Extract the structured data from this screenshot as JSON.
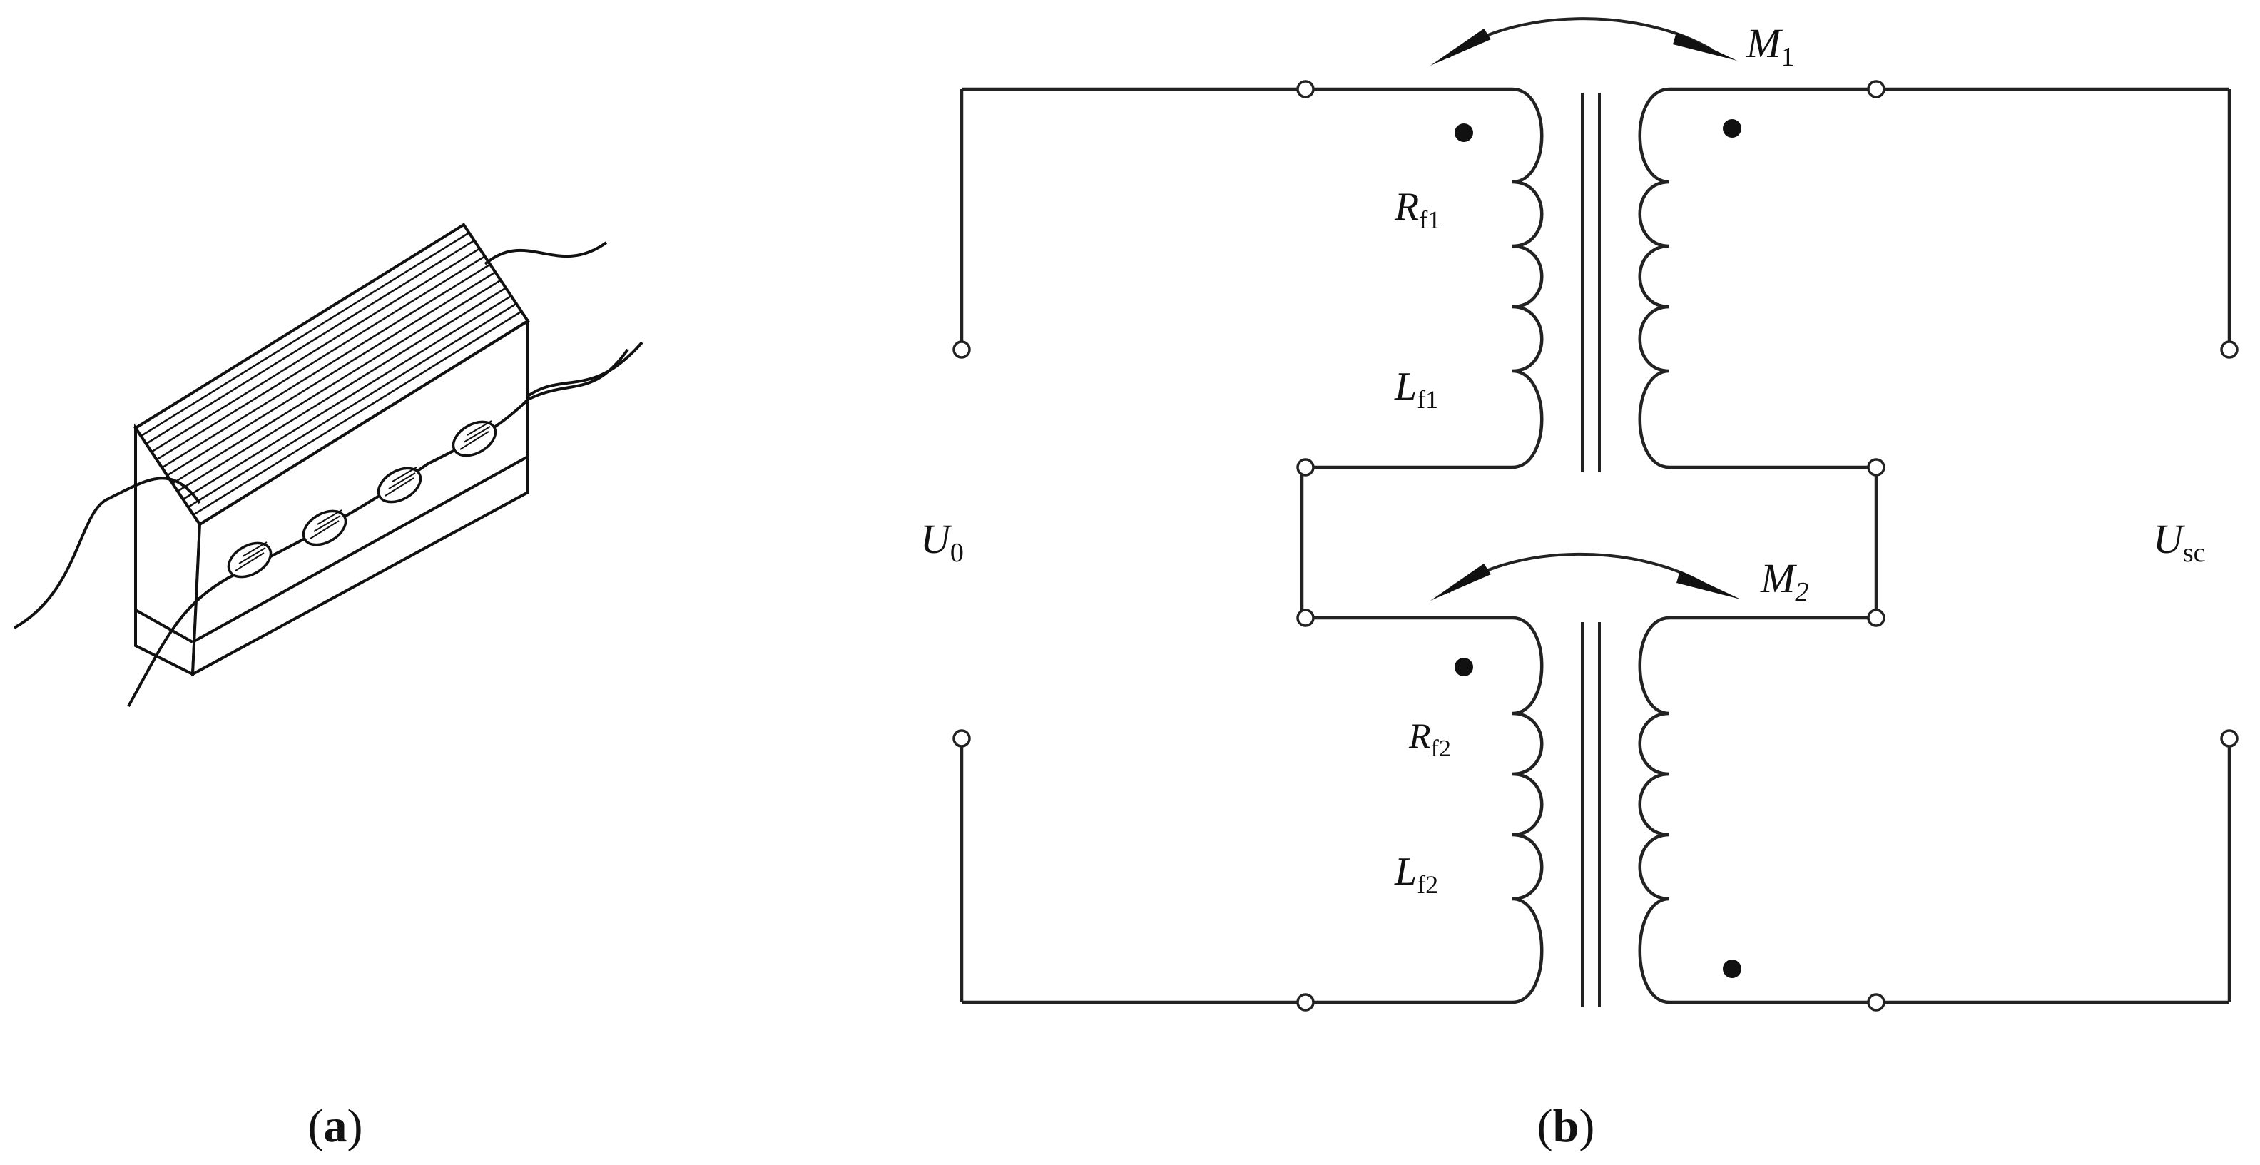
{
  "panel_a": {
    "caption_open": "(",
    "caption_letter": "a",
    "caption_close": ")"
  },
  "panel_b": {
    "caption_open": "(",
    "caption_letter": "b",
    "caption_close": ")",
    "mutual_top": {
      "main": "M",
      "sub": "1"
    },
    "mutual_bottom": {
      "main": "M",
      "sub": "2"
    },
    "r_f1": {
      "main": "R",
      "sub": "f1"
    },
    "l_f1": {
      "main": "L",
      "sub": "f1"
    },
    "r_f2": {
      "main": "R",
      "sub": "f2"
    },
    "l_f2": {
      "main": "L",
      "sub": "f2"
    },
    "u_in": {
      "main": "U",
      "sub": "0"
    },
    "u_out": {
      "main": "U",
      "sub": "sc"
    }
  }
}
